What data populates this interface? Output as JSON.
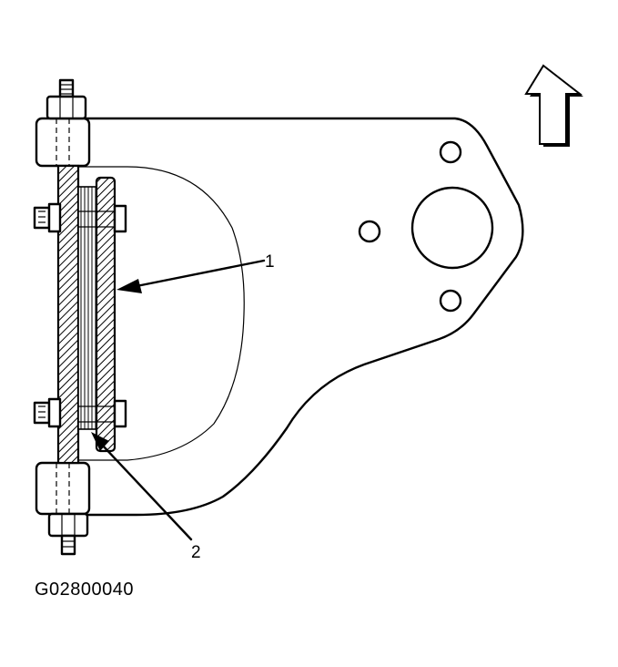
{
  "callouts": {
    "label_1": "1",
    "label_2": "2"
  },
  "figure_id": "G02800040",
  "icons": {
    "direction_arrow": "up-arrow-icon"
  },
  "colors": {
    "ink": "#000000",
    "paper": "#ffffff"
  }
}
